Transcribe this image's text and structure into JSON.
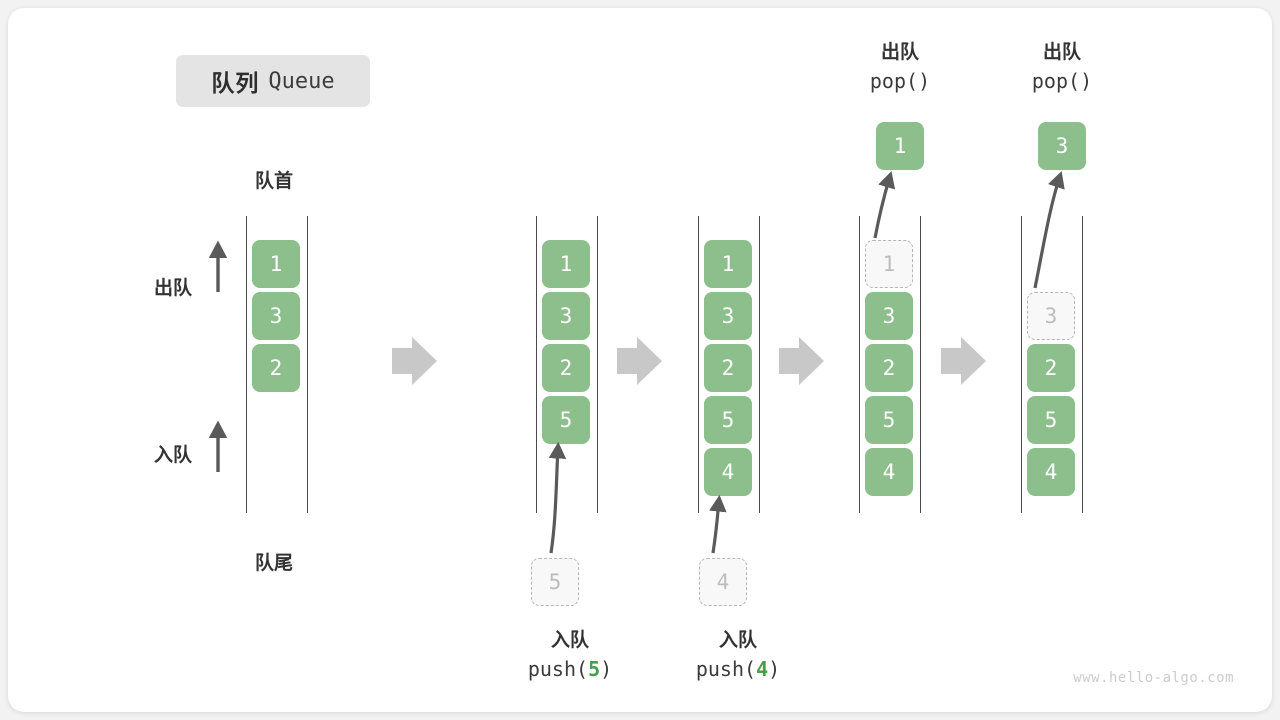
{
  "diagram": {
    "title_cn": "队列",
    "title_en": "Queue",
    "head_label": "队首",
    "tail_label": "队尾",
    "dequeue_label": "出队",
    "enqueue_label": "入队",
    "watermark": "www.hello-algo.com",
    "accent_color": "#8cbf8c",
    "ghost_color": "#bdbdbd",
    "arrow_color": "#c8c8c8",
    "transition_arrow_icon": "right-arrow-icon"
  },
  "steps": [
    {
      "id": "initial",
      "cells": [
        {
          "value": "1",
          "state": "filled"
        },
        {
          "value": "3",
          "state": "filled"
        },
        {
          "value": "2",
          "state": "filled"
        }
      ],
      "incoming": null,
      "outgoing": null,
      "caption_cn": "",
      "caption_code": "",
      "caption_arg": ""
    },
    {
      "id": "push-5",
      "cells": [
        {
          "value": "1",
          "state": "filled"
        },
        {
          "value": "3",
          "state": "filled"
        },
        {
          "value": "2",
          "state": "filled"
        },
        {
          "value": "5",
          "state": "filled"
        }
      ],
      "incoming": {
        "value": "5",
        "state": "ghost"
      },
      "outgoing": null,
      "caption_cn": "入队",
      "caption_code_prefix": "push(",
      "caption_arg": "5",
      "caption_code_suffix": ")"
    },
    {
      "id": "push-4",
      "cells": [
        {
          "value": "1",
          "state": "filled"
        },
        {
          "value": "3",
          "state": "filled"
        },
        {
          "value": "2",
          "state": "filled"
        },
        {
          "value": "5",
          "state": "filled"
        },
        {
          "value": "4",
          "state": "filled"
        }
      ],
      "incoming": {
        "value": "4",
        "state": "ghost"
      },
      "outgoing": null,
      "caption_cn": "入队",
      "caption_code_prefix": "push(",
      "caption_arg": "4",
      "caption_code_suffix": ")"
    },
    {
      "id": "pop-1",
      "cells": [
        {
          "value": "1",
          "state": "ghost"
        },
        {
          "value": "3",
          "state": "filled"
        },
        {
          "value": "2",
          "state": "filled"
        },
        {
          "value": "5",
          "state": "filled"
        },
        {
          "value": "4",
          "state": "filled"
        }
      ],
      "incoming": null,
      "outgoing": {
        "value": "1",
        "state": "filled"
      },
      "caption_cn": "出队",
      "caption_code_prefix": "pop(",
      "caption_arg": "",
      "caption_code_suffix": ")"
    },
    {
      "id": "pop-3",
      "cells": [
        {
          "value": "",
          "state": "empty"
        },
        {
          "value": "3",
          "state": "ghost"
        },
        {
          "value": "2",
          "state": "filled"
        },
        {
          "value": "5",
          "state": "filled"
        },
        {
          "value": "4",
          "state": "filled"
        }
      ],
      "incoming": null,
      "outgoing": {
        "value": "3",
        "state": "filled"
      },
      "caption_cn": "出队",
      "caption_code_prefix": "pop(",
      "caption_arg": "",
      "caption_code_suffix": ")"
    }
  ]
}
